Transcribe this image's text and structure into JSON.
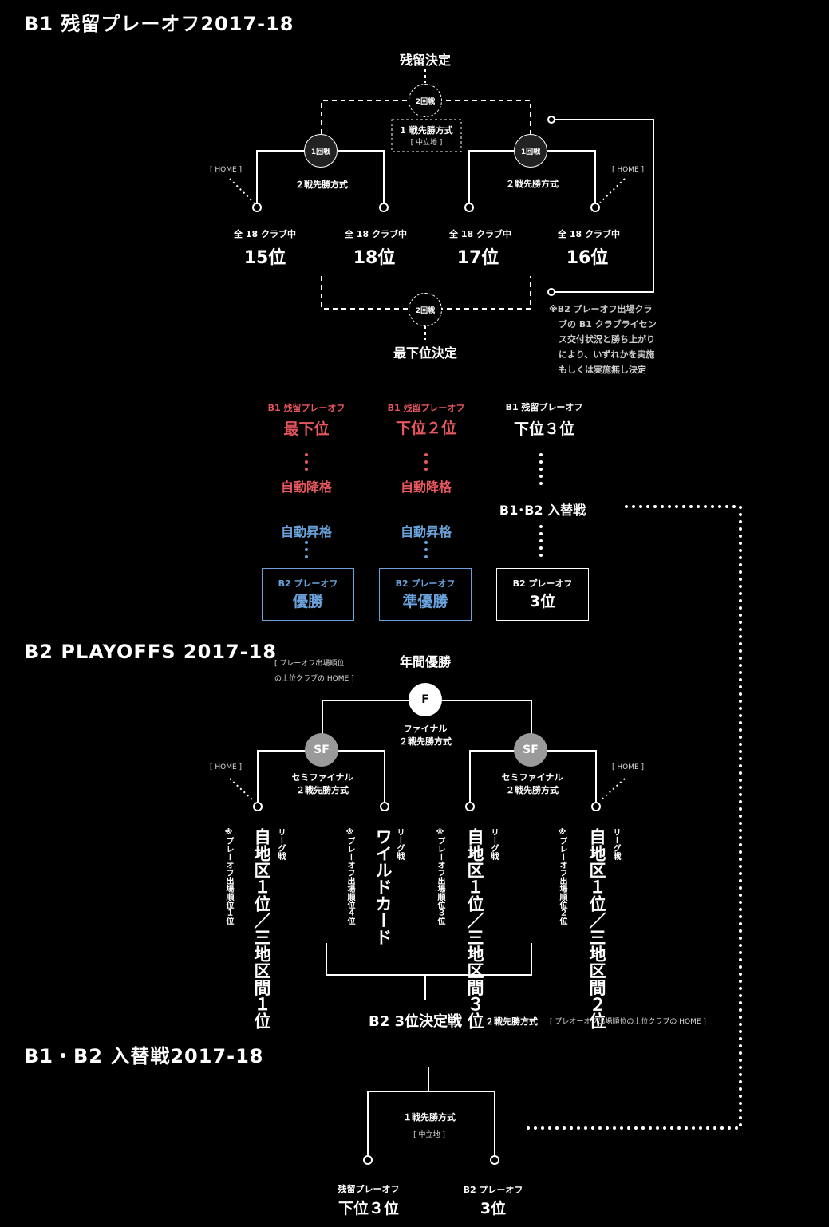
{
  "b1": {
    "title": "B1 残留プレーオフ2017-18",
    "top_label": "残留決定",
    "bottom_label": "最下位決定",
    "round2": "2回戦",
    "round1": "1回戦",
    "final_format": "1 戦先勝方式",
    "neutral": "[ 中立地 ]",
    "home": "[ HOME ]",
    "r1_format": "２戦先勝方式",
    "among": "全 18 クラブ中",
    "ranks": [
      "15位",
      "18位",
      "17位",
      "16位"
    ],
    "note_lines": [
      "※B2 プレーオフ出場クラ",
      "ブの B1 クラブライセン",
      "ス交付状況と勝ち上がり",
      "により、いずれかを実施",
      "もしくは実施無し決定"
    ]
  },
  "mid": {
    "playoff_small": "B1 残留プレーオフ",
    "col_titles": [
      "最下位",
      "下位２位",
      "下位３位"
    ],
    "auto_down": "自動降格",
    "auto_up": "自動昇格",
    "exchange": "B1･B2 入替戦",
    "b2_small": "B2 プレーオフ",
    "b2_titles": [
      "優勝",
      "準優勝",
      "3位"
    ]
  },
  "b2": {
    "title": "B2 PLAYOFFS 2017-18",
    "champion": "年間優勝",
    "home_note_1": "[ プレーオフ出場順位",
    "home_note_2": "の上位クラブの HOME ]",
    "final_badge": "F",
    "final_name": "ファイナル",
    "final_format": "２戦先勝方式",
    "sf_badge": "SF",
    "sf_name": "セミファイナル",
    "sf_format": "２戦先勝方式",
    "home": "[ HOME ]",
    "league": "リーグ戦",
    "teams": [
      {
        "main": "自地区１位／三地区間１位",
        "sub": "※プレーオフ出場順位１位"
      },
      {
        "main": "ワイルドカード",
        "sub": "※プレーオフ出場順位４位"
      },
      {
        "main": "自地区１位／三地区間３位",
        "sub": "※プレーオフ出場順位３位"
      },
      {
        "main": "自地区１位／三地区間２位",
        "sub": "※プレーオフ出場順位２位"
      }
    ],
    "third_title": "B2 3位決定戦",
    "third_format": "２戦先勝方式",
    "third_note": "[ プレオーオフ出場順位の上位クラブの HOME ]"
  },
  "ex": {
    "title": "B1・B2 入替戦2017-18",
    "format": "１戦先勝方式",
    "neutral": "[ 中立地 ]",
    "left_small": "残留プレーオフ",
    "left_big": "下位３位",
    "right_small": "B2 プレーオフ",
    "right_big": "3位"
  },
  "colors": {
    "red": "#e8575e",
    "blue": "#6aa3dc",
    "background": "#000000",
    "line": "#ffffff"
  }
}
